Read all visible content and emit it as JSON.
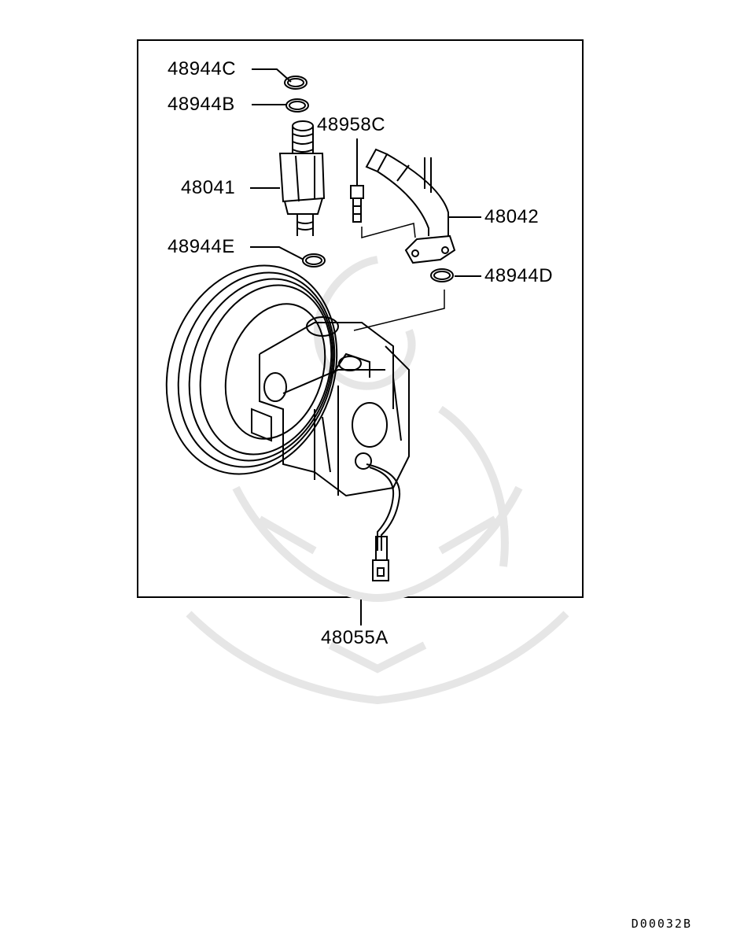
{
  "diagram": {
    "type": "exploded parts diagram",
    "subject": "power steering oil pump assembly",
    "colors": {
      "line": "#000000",
      "background": "#ffffff",
      "watermark": "#e8e8e8"
    },
    "parts": [
      {
        "id": "p1",
        "label": "48944C",
        "component": "o-ring"
      },
      {
        "id": "p2",
        "label": "48944B",
        "component": "o-ring"
      },
      {
        "id": "p3",
        "label": "48958C",
        "component": "bolt"
      },
      {
        "id": "p4",
        "label": "48041",
        "component": "pressure fitting"
      },
      {
        "id": "p5",
        "label": "48042",
        "component": "suction pipe"
      },
      {
        "id": "p6",
        "label": "48944E",
        "component": "o-ring"
      },
      {
        "id": "p7",
        "label": "48944D",
        "component": "o-ring"
      },
      {
        "id": "p8",
        "label": "48055A",
        "component": "oil pump assembly"
      }
    ],
    "drawing_code": "D00032B"
  }
}
